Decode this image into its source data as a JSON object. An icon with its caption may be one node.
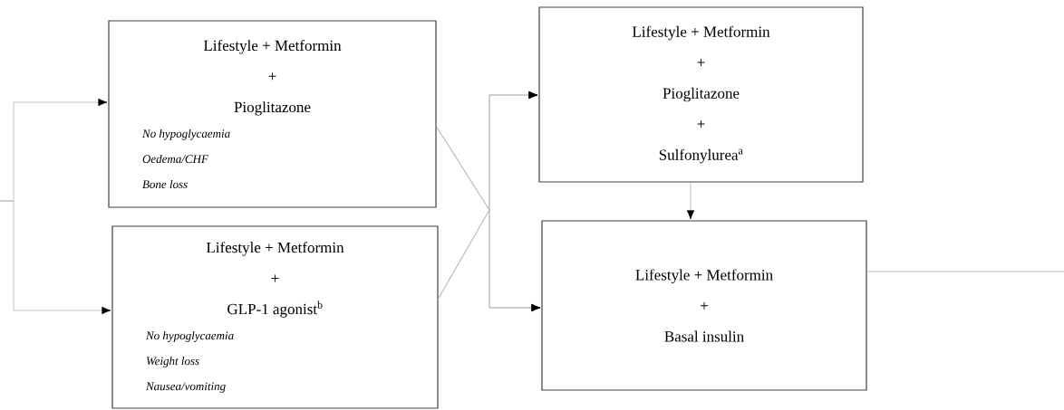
{
  "diagram": {
    "nodes": [
      {
        "text": [
          "Lifestyle + Metformin",
          "+",
          "Pioglitazone",
          "No hypoglycaemia",
          "Oedema/CHF",
          "Bone loss"
        ]
      },
      {
        "text": [
          "Lifestyle + Metformin",
          "+",
          "GLP-1 agonist$^{b}$",
          "No hypoglycaemia",
          "Weight loss",
          "Nausea/vomiting"
        ]
      },
      {
        "text": [
          "Lifestyle + Metformin",
          "+",
          "Pioglitazone",
          "+",
          "Sulfonylurea$^{a}$"
        ]
      },
      {
        "text": [
          "Lifestyle + Metformin",
          "+",
          "Basal insulin"
        ]
      }
    ],
    "edges": [
      {
        "from": null,
        "to": 0,
        "arrow": "to"
      },
      {
        "from": null,
        "to": 1,
        "arrow": "to"
      },
      {
        "from": 0,
        "to": 2,
        "arrow": "to"
      },
      {
        "from": 0,
        "to": 3,
        "arrow": "to"
      },
      {
        "from": 1,
        "to": 2,
        "arrow": "to"
      },
      {
        "from": 1,
        "to": 3,
        "arrow": "to"
      },
      {
        "from": 2,
        "to": 3,
        "arrow": "to"
      },
      {
        "from": 3,
        "to": null,
        "arrow": "none"
      }
    ]
  }
}
